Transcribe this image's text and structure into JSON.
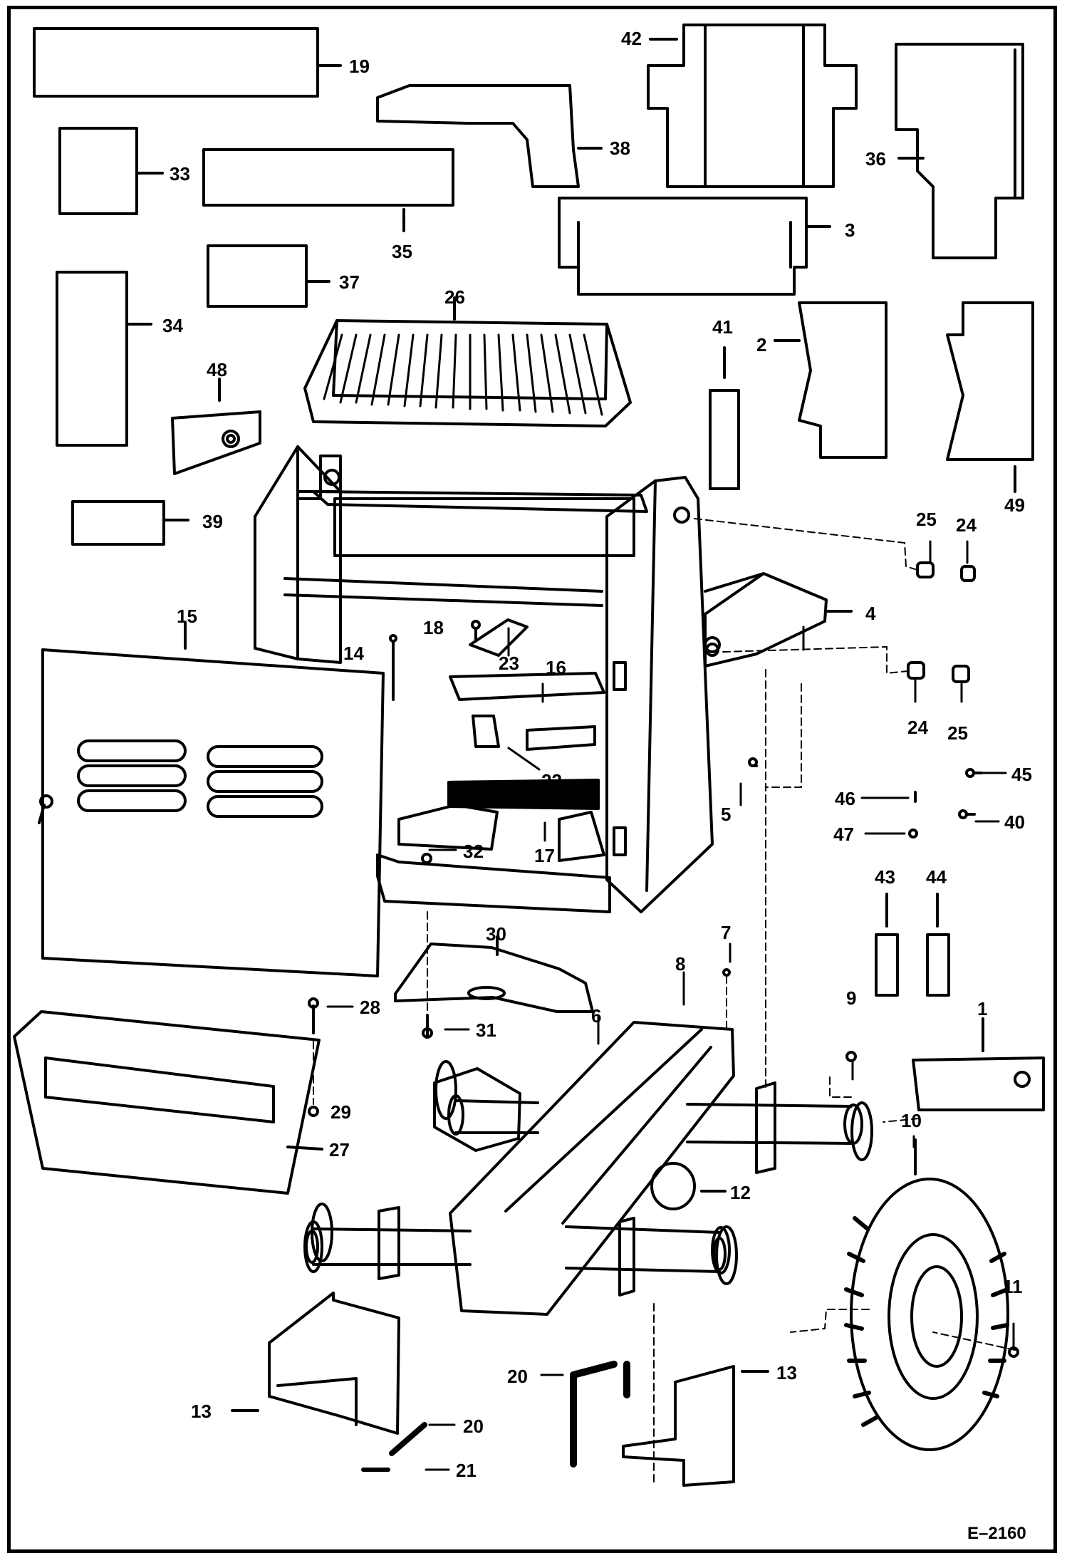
{
  "diagram": {
    "drawing_id": "E–2160",
    "callouts": [
      "1",
      "2",
      "3",
      "4",
      "5",
      "6",
      "7",
      "8",
      "9",
      "10",
      "11",
      "12",
      "13",
      "14",
      "15",
      "16",
      "17",
      "18",
      "19",
      "20",
      "21",
      "22",
      "23",
      "24",
      "25",
      "26",
      "27",
      "28",
      "29",
      "30",
      "31",
      "32",
      "33",
      "34",
      "35",
      "36",
      "37",
      "38",
      "39",
      "40",
      "41",
      "42",
      "43",
      "44",
      "45",
      "46",
      "47",
      "48",
      "49"
    ]
  }
}
